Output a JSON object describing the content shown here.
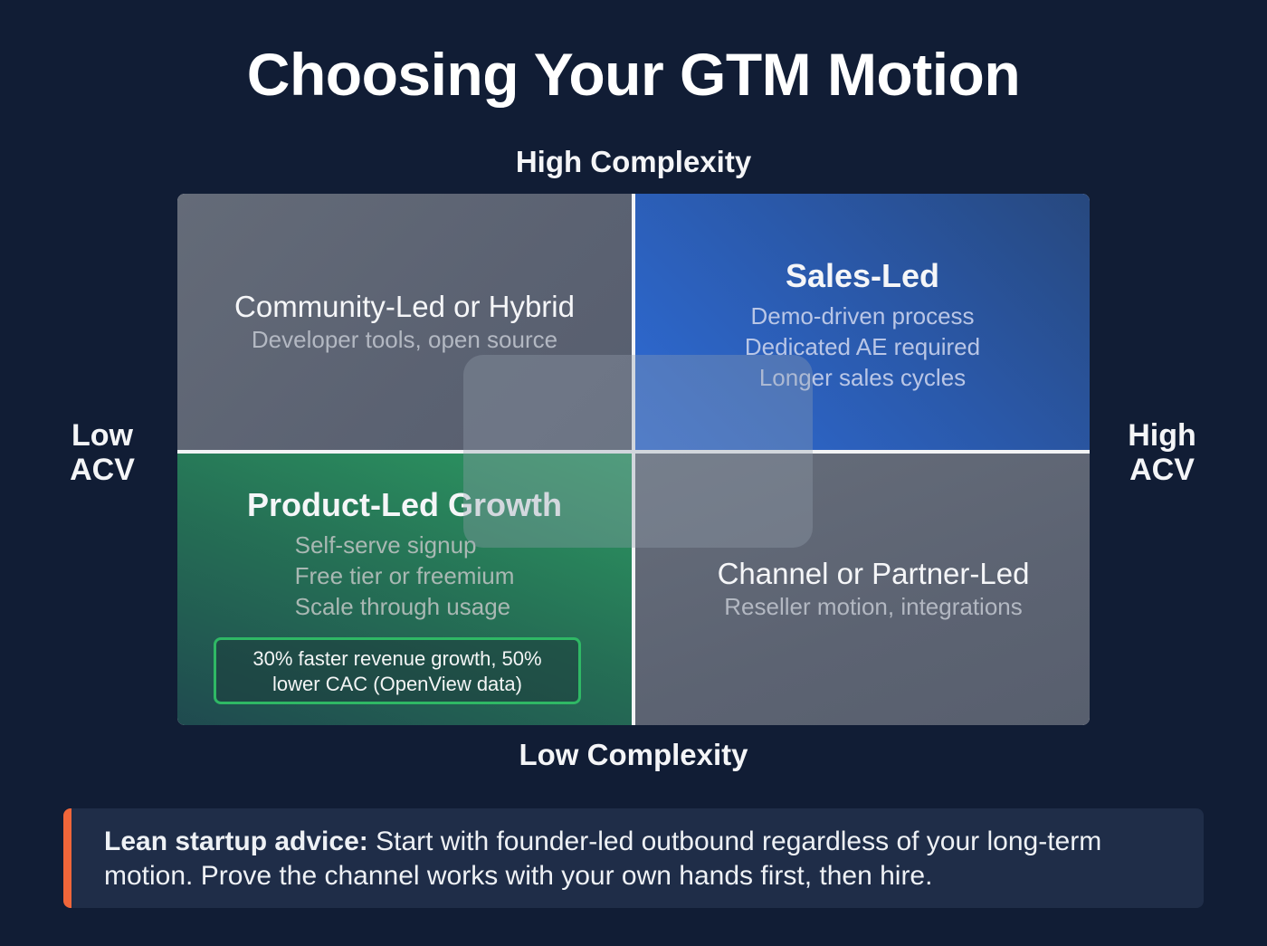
{
  "title": "Choosing Your GTM Motion",
  "axes": {
    "top": "High Complexity",
    "bottom": "Low Complexity",
    "left": [
      "Low",
      "ACV"
    ],
    "right": [
      "High",
      "ACV"
    ]
  },
  "quadrants": {
    "top_left": {
      "heading": "Community-Led or Hybrid",
      "subtitle": "Developer tools, open source"
    },
    "top_right": {
      "heading": "Sales-Led",
      "bullets": [
        "Demo-driven process",
        "Dedicated AE required",
        "Longer sales cycles"
      ]
    },
    "bottom_left": {
      "heading": "Product-Led Growth",
      "bullets": [
        "Self-serve signup",
        "Free tier or freemium",
        "Scale through usage"
      ],
      "stat": [
        "30% faster revenue growth, 50%",
        "lower CAC (OpenView data)"
      ]
    },
    "bottom_right": {
      "heading": "Channel or Partner-Led",
      "subtitle": "Reseller motion, integrations"
    }
  },
  "callout": {
    "label": "Lean startup advice:",
    "text": " Start with founder-led outbound regardless of your long-term motion. Prove the channel works with your own hands first, then hire."
  },
  "colors": {
    "background": "#111d35",
    "sales_led": "#2e6bd6",
    "product_led": "#2d9a62",
    "neutral": "#5c6372",
    "stat_border": "#2fb865",
    "callout_accent": "#f0663a",
    "callout_bg": "#1f2d48"
  }
}
